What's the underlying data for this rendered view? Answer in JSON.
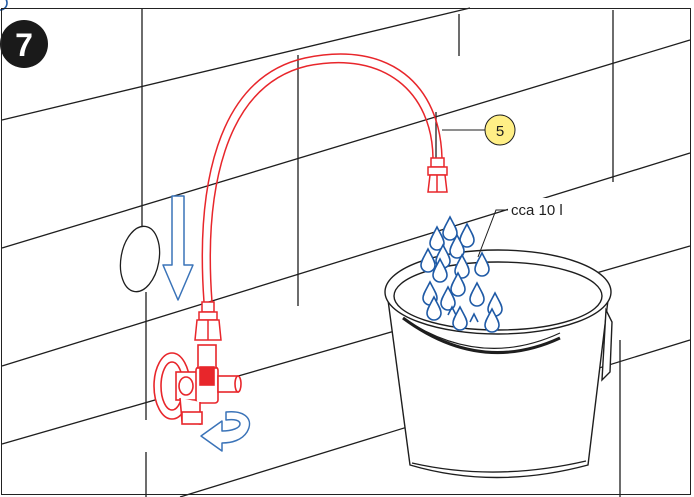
{
  "step": {
    "number": "7"
  },
  "callout": {
    "number": "5"
  },
  "volume_label": "cca 10 l",
  "icons": [
    "step-badge",
    "flex-hose",
    "angle-valve",
    "bucket",
    "water-drops",
    "down-arrow",
    "rotate-arrow",
    "wall-tiles",
    "wall-hole"
  ],
  "colors": {
    "hose": "#e8262b",
    "water": "#1f5aa6",
    "arrow": "#3a73b8",
    "callout_fill": "#ffef86",
    "line": "#1e1e1e",
    "badge": "#1a1a1a"
  }
}
